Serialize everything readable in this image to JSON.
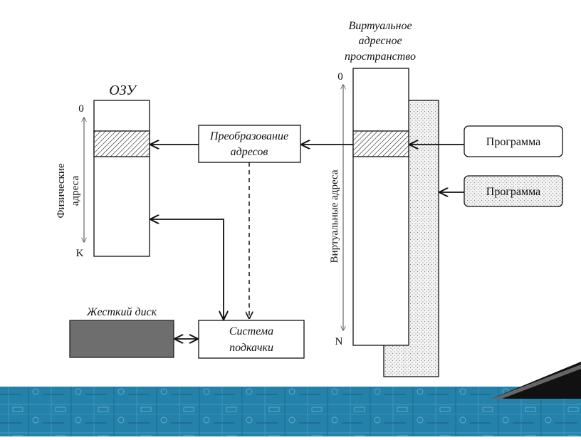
{
  "ram": {
    "title": "ОЗУ",
    "addr_start": "0",
    "addr_end": "K",
    "axis_label_line1": "Физические",
    "axis_label_line2": "адреса"
  },
  "virtual_space": {
    "title_line1": "Виртуальное",
    "title_line2": "адресное",
    "title_line3": "пространство",
    "addr_start": "0",
    "addr_end": "N",
    "axis_label": "Виртуальные адреса"
  },
  "translator": {
    "line1": "Преобразование",
    "line2": "адресов"
  },
  "swapper": {
    "line1": "Система",
    "line2": "подкачки"
  },
  "disk": {
    "label": "Жесткий диск"
  },
  "programs": [
    {
      "label": "Программа"
    },
    {
      "label": "Программа"
    }
  ]
}
